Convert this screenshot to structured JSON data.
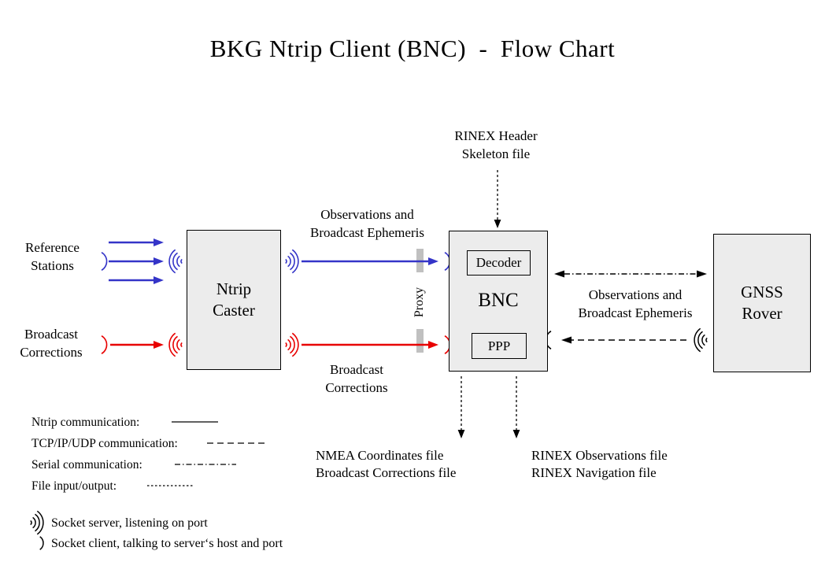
{
  "title": "BKG Ntrip Client (BNC)  -  Flow Chart",
  "colors": {
    "ntrip_blue": "#3434C8",
    "corrections_red": "#E80000",
    "box_fill": "#ECECEC",
    "box_border": "#000000",
    "proxy_gray": "#C0C0C0",
    "line_black": "#000000"
  },
  "boxes": {
    "ntrip_caster": {
      "label": "Ntrip\nCaster"
    },
    "bnc": {
      "label": "BNC",
      "decoder_label": "Decoder",
      "ppp_label": "PPP"
    },
    "gnss_rover": {
      "label": "GNSS\nRover"
    }
  },
  "labels": {
    "reference_stations": "Reference\nStations",
    "broadcast_corrections_input": "Broadcast\nCorrections",
    "observations_ephemeris_caster_bnc": "Observations and\nBroadcast Ephemeris",
    "broadcast_corrections_caster_bnc": "Broadcast\nCorrections",
    "rinex_header_skeleton": "RINEX Header\nSkeleton file",
    "proxy": "Proxy",
    "observations_ephemeris_bnc_rover": "Observations and\nBroadcast Ephemeris",
    "nmea_output_files": "NMEA Coordinates file\nBroadcast Corrections file",
    "rinex_output_files": "RINEX Observations file\nRINEX Navigation file"
  },
  "legend": {
    "ntrip_label": "Ntrip communication:",
    "tcp_label": "TCP/IP/UDP communication:",
    "serial_label": "Serial communication:",
    "file_label": "File input/output:"
  },
  "socket_legend": {
    "server_label": "Socket server, listening on port",
    "client_label": "Socket client, talking to server‘s host and port"
  }
}
